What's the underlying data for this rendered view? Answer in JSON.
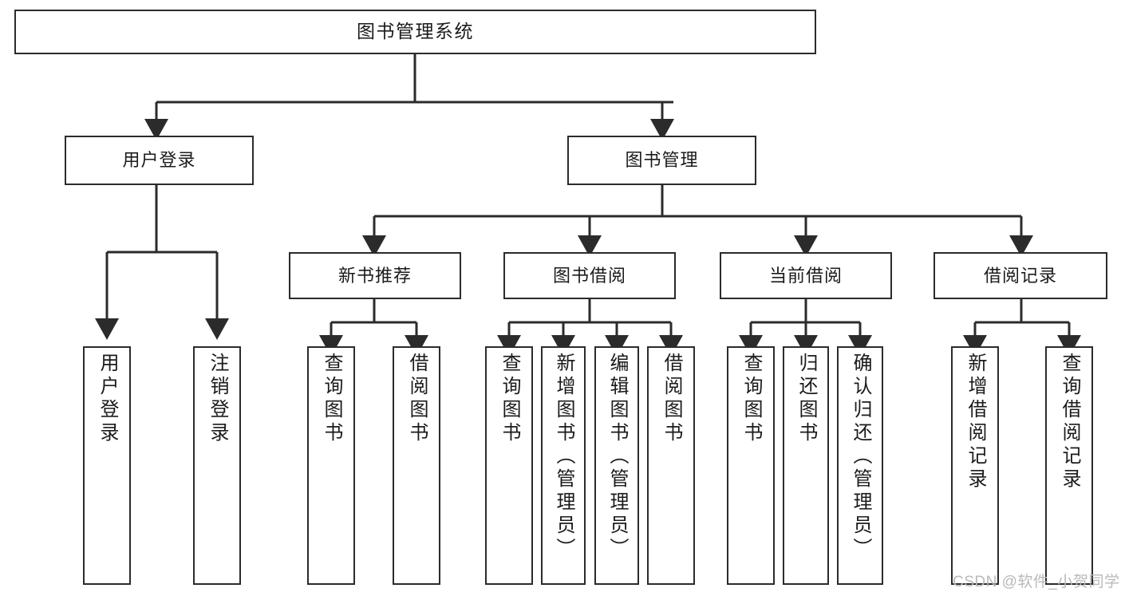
{
  "diagram": {
    "title": "图书管理系统",
    "type": "tree-hierarchy-chart",
    "orientation": "top-down",
    "colors": {
      "node_border": "#2b2b2b",
      "node_fill": "#ffffff",
      "edge": "#2b2b2b",
      "text": "#1b1b1b",
      "background": "#ffffff",
      "watermark": "#b9b9b9"
    }
  },
  "nodes": {
    "root": {
      "label": "图书管理系统"
    },
    "level1": [
      {
        "label": "用户登录"
      },
      {
        "label": "图书管理"
      }
    ],
    "level2": [
      {
        "label": "新书推荐"
      },
      {
        "label": "图书借阅"
      },
      {
        "label": "当前借阅"
      },
      {
        "label": "借阅记录"
      }
    ],
    "leaves": {
      "user_login": [
        {
          "label": "用户登录"
        },
        {
          "label": "注销登录"
        }
      ],
      "new_book_recommend": [
        {
          "label": "查询图书"
        },
        {
          "label": "借阅图书"
        }
      ],
      "book_borrow": [
        {
          "label": "查询图书"
        },
        {
          "label": "新增图书（管理员）"
        },
        {
          "label": "编辑图书（管理员）"
        },
        {
          "label": "借阅图书"
        }
      ],
      "current_borrow": [
        {
          "label": "查询图书"
        },
        {
          "label": "归还图书"
        },
        {
          "label": "确认归还（管理员）"
        }
      ],
      "borrow_record": [
        {
          "label": "新增借阅记录"
        },
        {
          "label": "查询借阅记录"
        }
      ]
    }
  },
  "watermark": {
    "text": "CSDN @软件_小贺同学"
  }
}
